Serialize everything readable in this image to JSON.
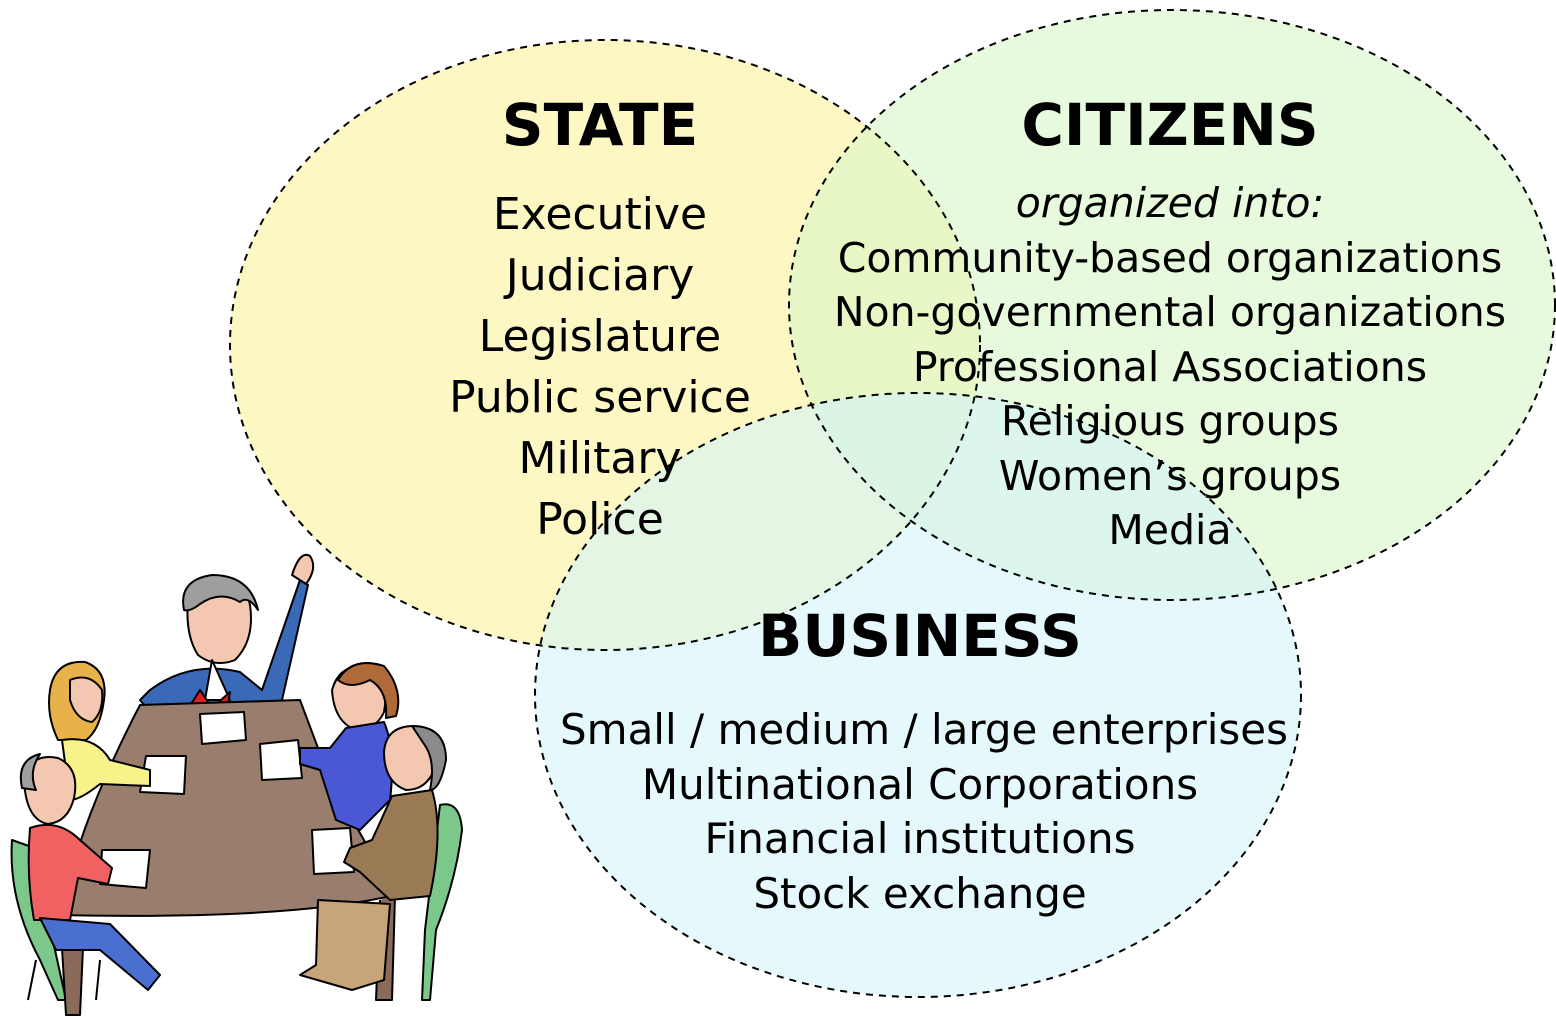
{
  "colors": {
    "state_fill": "#fbf6b9",
    "citizens_fill": "#e2f9d4",
    "business_fill": "#dcf6f6",
    "outline": "#000000"
  },
  "state": {
    "title": "STATE",
    "items": [
      "Executive",
      "Judiciary",
      "Legislature",
      "Public service",
      "Military",
      "Police"
    ]
  },
  "citizens": {
    "title": "CITIZENS",
    "subtitle": "organized into:",
    "items": [
      "Community-based organizations",
      "Non-governmental organizations",
      "Professional Associations",
      "Religious groups",
      "Women’s groups",
      "Media"
    ]
  },
  "business": {
    "title": "BUSINESS",
    "items": [
      "Small / medium / large enterprises",
      "Multinational Corporations",
      "Financial institutions",
      "Stock exchange"
    ]
  },
  "illustration": {
    "icon": "meeting-clipart-icon"
  }
}
